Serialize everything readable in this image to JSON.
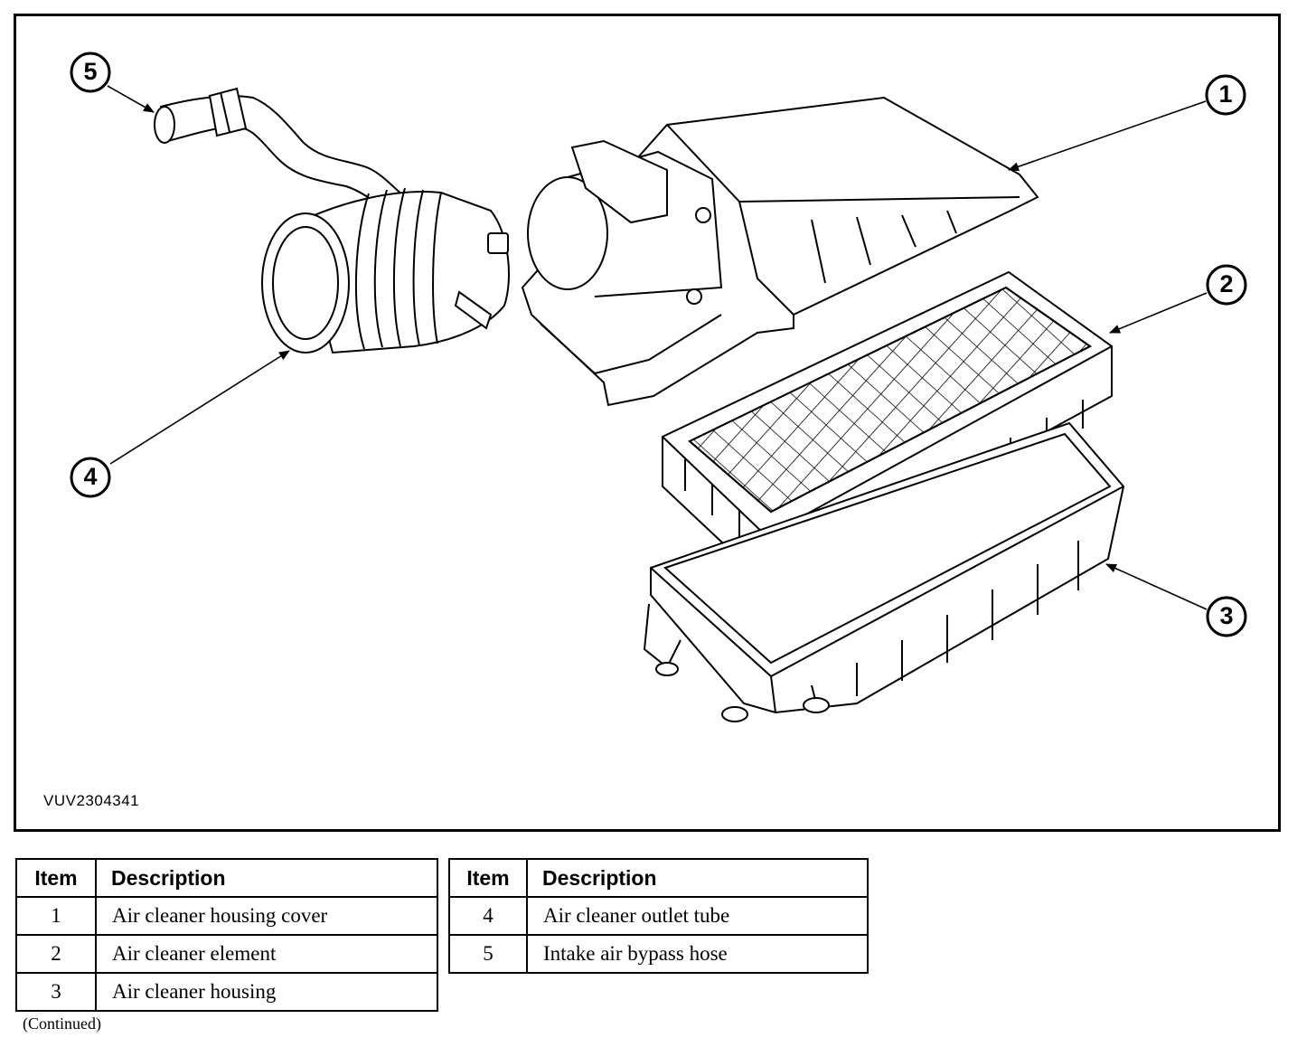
{
  "figure": {
    "code": "VUV2304341",
    "callouts": [
      "1",
      "2",
      "3",
      "4",
      "5"
    ]
  },
  "legend_left": {
    "headers": {
      "item": "Item",
      "description": "Description"
    },
    "rows": [
      {
        "item": "1",
        "description": "Air cleaner housing cover"
      },
      {
        "item": "2",
        "description": "Air cleaner element"
      },
      {
        "item": "3",
        "description": "Air cleaner housing"
      }
    ]
  },
  "legend_right": {
    "headers": {
      "item": "Item",
      "description": "Description"
    },
    "rows": [
      {
        "item": "4",
        "description": "Air cleaner outlet tube"
      },
      {
        "item": "5",
        "description": "Intake air bypass hose"
      }
    ]
  },
  "footer": {
    "continued": "(Continued)"
  }
}
